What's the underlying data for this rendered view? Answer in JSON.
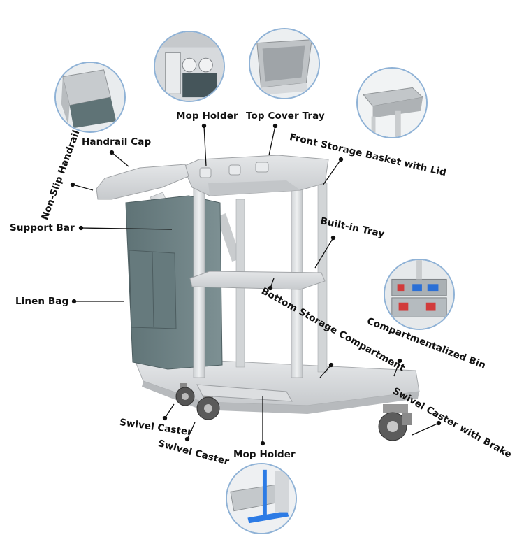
{
  "labels": {
    "mop_holder_top": "Mop Holder",
    "top_cover_tray": "Top Cover Tray",
    "front_storage_basket": "Front Storage Basket with Lid",
    "handrail_cap": "Handrail Cap",
    "non_slip_handrail": "Non-Slip Handrail",
    "support_bar": "Support Bar",
    "built_in_tray": "Built-in Tray",
    "linen_bag": "Linen Bag",
    "bottom_storage": "Bottom Storage Compartment",
    "compartmentalized_bin": "Compartmentalized Bin",
    "swivel_caster_brake": "Swivel Caster with Brake",
    "swivel_caster_1": "Swivel Caster",
    "swivel_caster_2": "Swivel Caster",
    "mop_holder_bottom": "Mop Holder"
  },
  "colors": {
    "cart_body": "#d8dadc",
    "cart_shadow": "#b9bcbf",
    "linen_bag": "#6f8285",
    "circle_border": "#8fb2d6",
    "bin_red": "#d23b3b",
    "bin_blue": "#2a6fd6",
    "mop_blue": "#2c7be5"
  }
}
